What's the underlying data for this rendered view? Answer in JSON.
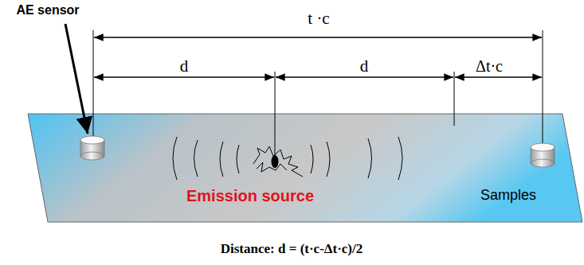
{
  "diagram": {
    "caption": "Distance: d = (t·c-Δt·c)/2",
    "labels": [
      "AE sensor",
      "t ·c",
      "d",
      "d",
      "Δt·c",
      "Emission source",
      "Samples"
    ]
  }
}
